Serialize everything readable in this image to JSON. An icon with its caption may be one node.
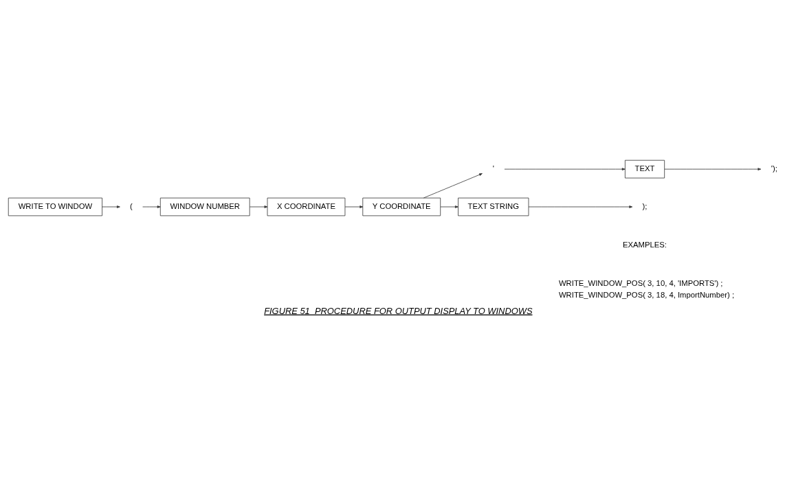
{
  "diagram": {
    "caption": "FIGURE 51  PROCEDURE FOR OUTPUT DISPLAY TO WINDOWS",
    "nodes": [
      {
        "text": [
          "WRITE TO WINDOW"
        ]
      },
      {
        "text": [
          "("
        ]
      },
      {
        "text": [
          "WINDOW NUMBER"
        ]
      },
      {
        "text": [
          "X COORDINATE"
        ]
      },
      {
        "text": [
          "Y COORDINATE"
        ]
      },
      {
        "text": [
          "'"
        ]
      },
      {
        "text": [
          "TEXT"
        ]
      },
      {
        "text": [
          "');"
        ]
      },
      {
        "text": [
          "TEXT STRING"
        ]
      },
      {
        "text": [
          ");"
        ]
      }
    ],
    "edges": [
      {
        "from": 0,
        "to": 1,
        "arrow": "to"
      },
      {
        "from": 1,
        "to": 2,
        "arrow": "to"
      },
      {
        "from": 2,
        "to": 3,
        "arrow": "to"
      },
      {
        "from": 3,
        "to": 4,
        "arrow": "to"
      },
      {
        "from": 4,
        "to": 5,
        "arrow": "to"
      },
      {
        "from": 5,
        "to": 6,
        "arrow": "to"
      },
      {
        "from": 6,
        "to": 7,
        "arrow": "to"
      },
      {
        "from": 4,
        "to": 8,
        "arrow": "to"
      },
      {
        "from": 8,
        "to": 9,
        "arrow": "to"
      }
    ],
    "labels": [
      "EXAMPLES:",
      "WRITE_WINDOW_POS( 3, 10, 4, 'IMPORTS') ;",
      "WRITE_WINDOW_POS( 3, 18, 4, ImportNumber) ;"
    ]
  }
}
